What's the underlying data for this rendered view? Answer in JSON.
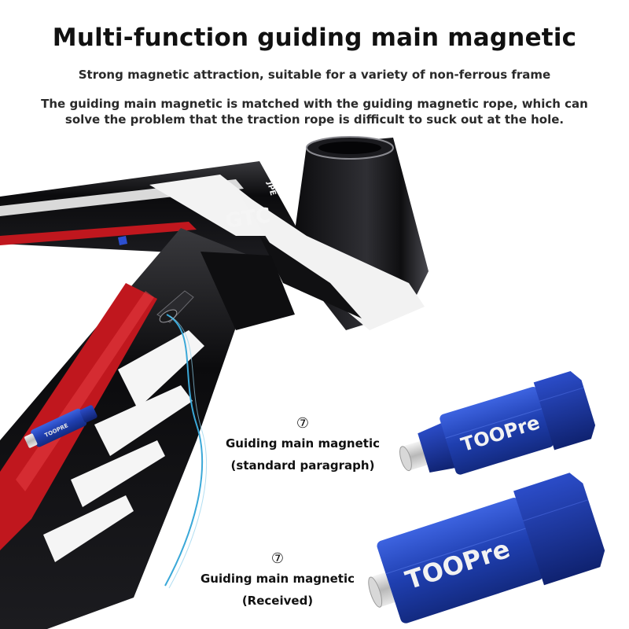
{
  "header": {
    "title": "Multi-function guiding main magnetic",
    "subtitle": "Strong magnetic attraction, suitable for a variety of non-ferrous frame",
    "description_line1": "The guiding main magnetic is matched with the guiding magnetic rope, which can",
    "description_line2": "solve the problem that the traction rope is difficult to suck out at the hole."
  },
  "frame": {
    "decal_gtc": "GTC",
    "decal_brand_partial": "JPE"
  },
  "products": [
    {
      "marker": "⑦",
      "label": "Guiding main magnetic",
      "variant": "(standard paragraph)",
      "brand": "TOOPre"
    },
    {
      "marker": "⑦",
      "label": "Guiding main magnetic",
      "variant": "(Received)",
      "brand": "TOOPre"
    }
  ],
  "small_tool_brand": "TOOPRE",
  "colors": {
    "magnet_blue": "#1f3fb0",
    "frame_black": "#0d0d0f",
    "frame_white": "#f2f2f2",
    "frame_red": "#c0171e",
    "rope_blue": "#3aa8d8"
  }
}
